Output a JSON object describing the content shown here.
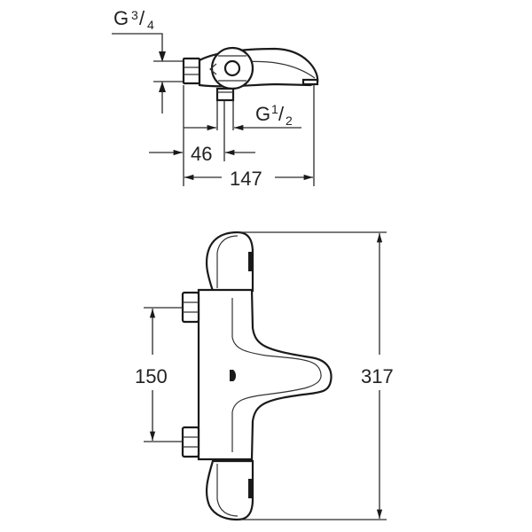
{
  "drawing": {
    "title": "Thermostatic bath mixer dimension drawing",
    "views": [
      {
        "name": "side-view",
        "dimensions": {
          "inlet_thread": {
            "prefix": "G",
            "num": "3",
            "den": "4"
          },
          "outlet_thread": {
            "prefix": "G",
            "num": "1",
            "den": "2"
          },
          "outlet_offset": "46",
          "overall_depth": "147"
        }
      },
      {
        "name": "front-view",
        "dimensions": {
          "inlet_centers": "150",
          "overall_length": "317"
        }
      }
    ]
  },
  "labels": {
    "g34_G": "G",
    "g34_num": "3",
    "g34_den": "4",
    "g12_G": "G",
    "g12_num": "1",
    "g12_den": "2",
    "dim_46": "46",
    "dim_147": "147",
    "dim_150": "150",
    "dim_317": "317"
  }
}
